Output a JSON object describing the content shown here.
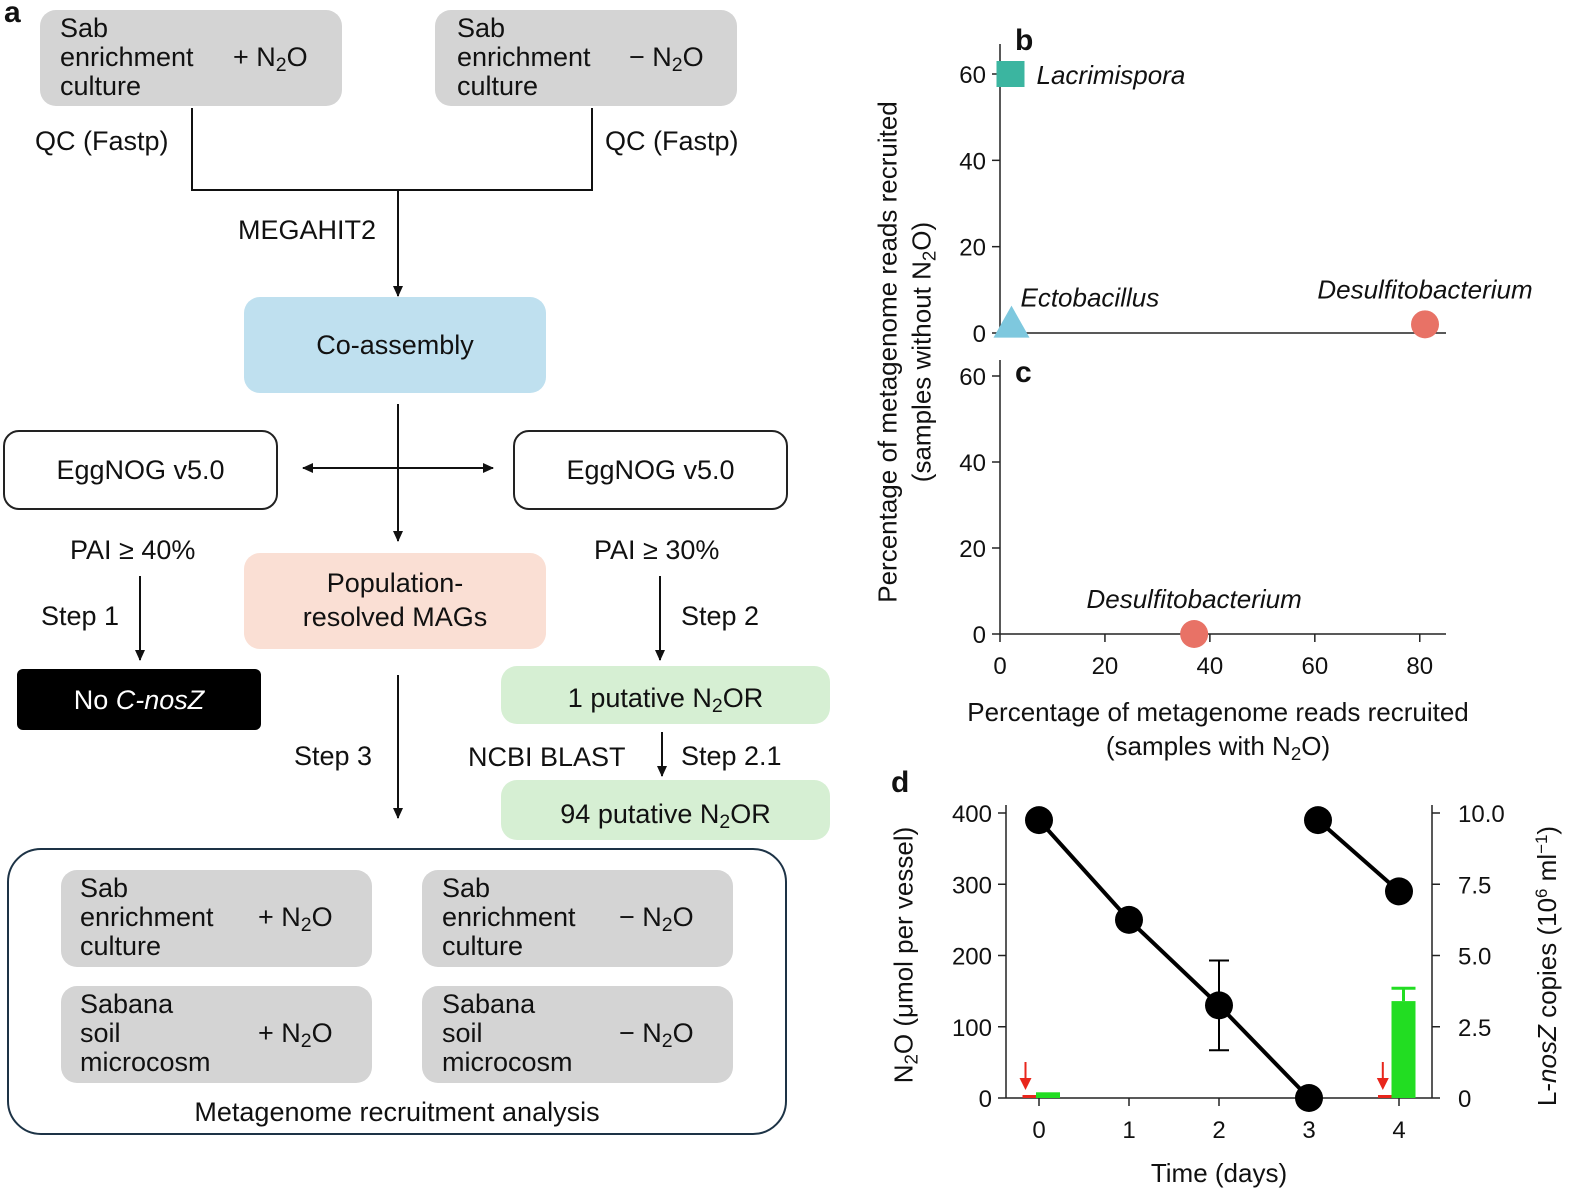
{
  "panel_a": {
    "label": "a",
    "top_sample_left": {
      "lines": [
        "Sab",
        "enrichment",
        "culture"
      ],
      "treatment": "+ N",
      "treatment_sub": "2",
      "treatment_end": "O"
    },
    "top_sample_right": {
      "lines": [
        "Sab",
        "enrichment",
        "culture"
      ],
      "treatment": "− N",
      "treatment_sub": "2",
      "treatment_end": "O"
    },
    "qc_left": "QC (Fastp)",
    "qc_right": "QC (Fastp)",
    "assembler": "MEGAHIT2",
    "coassembly": "Co-assembly",
    "eggnog_left": "EggNOG v5.0",
    "eggnog_right": "EggNOG v5.0",
    "mags_line1": "Population-",
    "mags_line2": "resolved MAGs",
    "pai_left": "PAI ≥ 40%",
    "pai_right": "PAI ≥ 30%",
    "step1": "Step 1",
    "step2": "Step 2",
    "step21": "Step 2.1",
    "step3": "Step 3",
    "no_nosz_prefix": "No ",
    "no_nosz_gene": "C-nosZ",
    "putative1_prefix": "1 putative N",
    "putative1_sub": "2",
    "putative1_end": "OR",
    "putative94_prefix": "94 putative N",
    "putative94_sub": "2",
    "putative94_end": "OR",
    "blast": "NCBI BLAST",
    "recruit_title": "Metagenome recruitment analysis",
    "recruit_samples": [
      {
        "lines": [
          "Sab",
          "enrichment",
          "culture"
        ],
        "treatment": "+ N",
        "sub": "2",
        "end": "O"
      },
      {
        "lines": [
          "Sab",
          "enrichment",
          "culture"
        ],
        "treatment": "− N",
        "sub": "2",
        "end": "O"
      },
      {
        "lines": [
          "Sabana",
          "soil",
          "microcosm"
        ],
        "treatment": "+ N",
        "sub": "2",
        "end": "O"
      },
      {
        "lines": [
          "Sabana",
          "soil",
          "microcosm"
        ],
        "treatment": "− N",
        "sub": "2",
        "end": "O"
      }
    ]
  },
  "chart_data": [
    {
      "panel": "b",
      "type": "scatter",
      "xlim": [
        0,
        85
      ],
      "ylim": [
        0,
        60
      ],
      "yticks": [
        0,
        20,
        40,
        60
      ],
      "points": [
        {
          "label": "Lacrimispora",
          "x": 2,
          "y": 60,
          "marker": "square",
          "color": "#3bb5a0"
        },
        {
          "label": "Ectobacillus",
          "x": 2,
          "y": 1,
          "marker": "triangle",
          "color": "#7ec8de"
        },
        {
          "label": "Desulfitobacterium",
          "x": 81,
          "y": 2,
          "marker": "circle",
          "color": "#e87266"
        }
      ]
    },
    {
      "panel": "c",
      "type": "scatter",
      "xlim": [
        0,
        85
      ],
      "ylim": [
        0,
        60
      ],
      "xticks": [
        0,
        20,
        40,
        60,
        80
      ],
      "yticks": [
        0,
        20,
        40,
        60
      ],
      "points": [
        {
          "label": "Desulfitobacterium",
          "x": 37,
          "y": 0,
          "marker": "circle",
          "color": "#e87266"
        }
      ]
    },
    {
      "panel": "d",
      "type": "line",
      "x": [
        0,
        1,
        2,
        3,
        4
      ],
      "xticks": [
        0,
        1,
        2,
        3,
        4
      ],
      "xlabel": "Time (days)",
      "ylim_left": [
        0,
        400
      ],
      "yticks_left": [
        0,
        100,
        200,
        300,
        400
      ],
      "ylim_right": [
        0,
        10.0
      ],
      "yticks_right": [
        "0",
        "2.5",
        "5.0",
        "7.5",
        "10.0"
      ],
      "series": [
        {
          "segment": 1,
          "x": [
            0,
            1,
            2,
            3
          ],
          "y": [
            390,
            250,
            130,
            0
          ],
          "errors": [
            0,
            0,
            63,
            0
          ]
        },
        {
          "segment": 2,
          "x": [
            3.1,
            4
          ],
          "y": [
            390,
            290
          ],
          "errors": [
            0,
            0
          ]
        }
      ],
      "bars": [
        {
          "x": 0.1,
          "value": 0.2,
          "error": 0.0,
          "color": "#22dd22"
        },
        {
          "x": 4.05,
          "value": 3.4,
          "error": 0.45,
          "color": "#22dd22"
        }
      ],
      "red_bars": [
        {
          "x": -0.05,
          "value": 0.05
        },
        {
          "x": 3.9,
          "value": 0.05
        }
      ],
      "arrows": [
        {
          "x": -0.15
        },
        {
          "x": 3.82
        }
      ],
      "colors": {
        "line": "#000000",
        "bar": "#22dd22",
        "arrow": "#e8261c"
      }
    }
  ],
  "panel_b_label": "b",
  "panel_c_label": "c",
  "panel_d_label": "d",
  "bc_ylabel_line1": "Percentage of metagenome reads recruited",
  "bc_ylabel_line2_prefix": "(samples without N",
  "bc_ylabel_line2_sub": "2",
  "bc_ylabel_line2_end": "O)",
  "bc_xlabel_line1": "Percentage of metagenome reads recruited",
  "bc_xlabel_line2_prefix": "(samples with N",
  "bc_xlabel_line2_sub": "2",
  "bc_xlabel_line2_end": "O)",
  "d_ylabel_left_prefix": "N",
  "d_ylabel_left_sub": "2",
  "d_ylabel_left_end": "O (μmol per vessel)",
  "d_ylabel_right_prefix": "L-",
  "d_ylabel_right_gene": "nosZ",
  "d_ylabel_right_mid": " copies (10",
  "d_ylabel_right_sup": "6",
  "d_ylabel_right_end": " ml",
  "d_ylabel_right_sup2": "−1",
  "d_ylabel_right_close": ")"
}
